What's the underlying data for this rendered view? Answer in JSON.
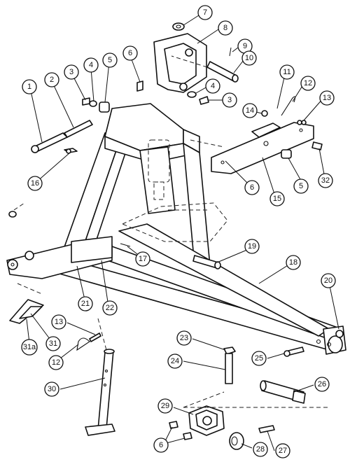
{
  "callouts": [
    {
      "id": "c7",
      "label": "7"
    },
    {
      "id": "c8",
      "label": "8"
    },
    {
      "id": "c9",
      "label": "9"
    },
    {
      "id": "c10",
      "label": "10"
    },
    {
      "id": "c6a",
      "label": "6"
    },
    {
      "id": "c1",
      "label": "1"
    },
    {
      "id": "c2",
      "label": "2"
    },
    {
      "id": "c3a",
      "label": "3"
    },
    {
      "id": "c4a",
      "label": "4"
    },
    {
      "id": "c5a",
      "label": "5"
    },
    {
      "id": "c4b",
      "label": "4"
    },
    {
      "id": "c3b",
      "label": "3"
    },
    {
      "id": "c11",
      "label": "11"
    },
    {
      "id": "c12a",
      "label": "12"
    },
    {
      "id": "c13a",
      "label": "13"
    },
    {
      "id": "c14",
      "label": "14"
    },
    {
      "id": "c16",
      "label": "16"
    },
    {
      "id": "c6b",
      "label": "6"
    },
    {
      "id": "c5b",
      "label": "5"
    },
    {
      "id": "c32",
      "label": "32"
    },
    {
      "id": "c15",
      "label": "15"
    },
    {
      "id": "c17",
      "label": "17"
    },
    {
      "id": "c19",
      "label": "19"
    },
    {
      "id": "c18",
      "label": "18"
    },
    {
      "id": "c21",
      "label": "21"
    },
    {
      "id": "c22",
      "label": "22"
    },
    {
      "id": "c20",
      "label": "20"
    },
    {
      "id": "c13b",
      "label": "13"
    },
    {
      "id": "c31",
      "label": "31"
    },
    {
      "id": "c31a",
      "label": "31a"
    },
    {
      "id": "c12b",
      "label": "12"
    },
    {
      "id": "c23",
      "label": "23"
    },
    {
      "id": "c24",
      "label": "24"
    },
    {
      "id": "c25",
      "label": "25"
    },
    {
      "id": "c30",
      "label": "30"
    },
    {
      "id": "c26",
      "label": "26"
    },
    {
      "id": "c29",
      "label": "29"
    },
    {
      "id": "c6c",
      "label": "6"
    },
    {
      "id": "c28",
      "label": "28"
    },
    {
      "id": "c27",
      "label": "27"
    }
  ]
}
